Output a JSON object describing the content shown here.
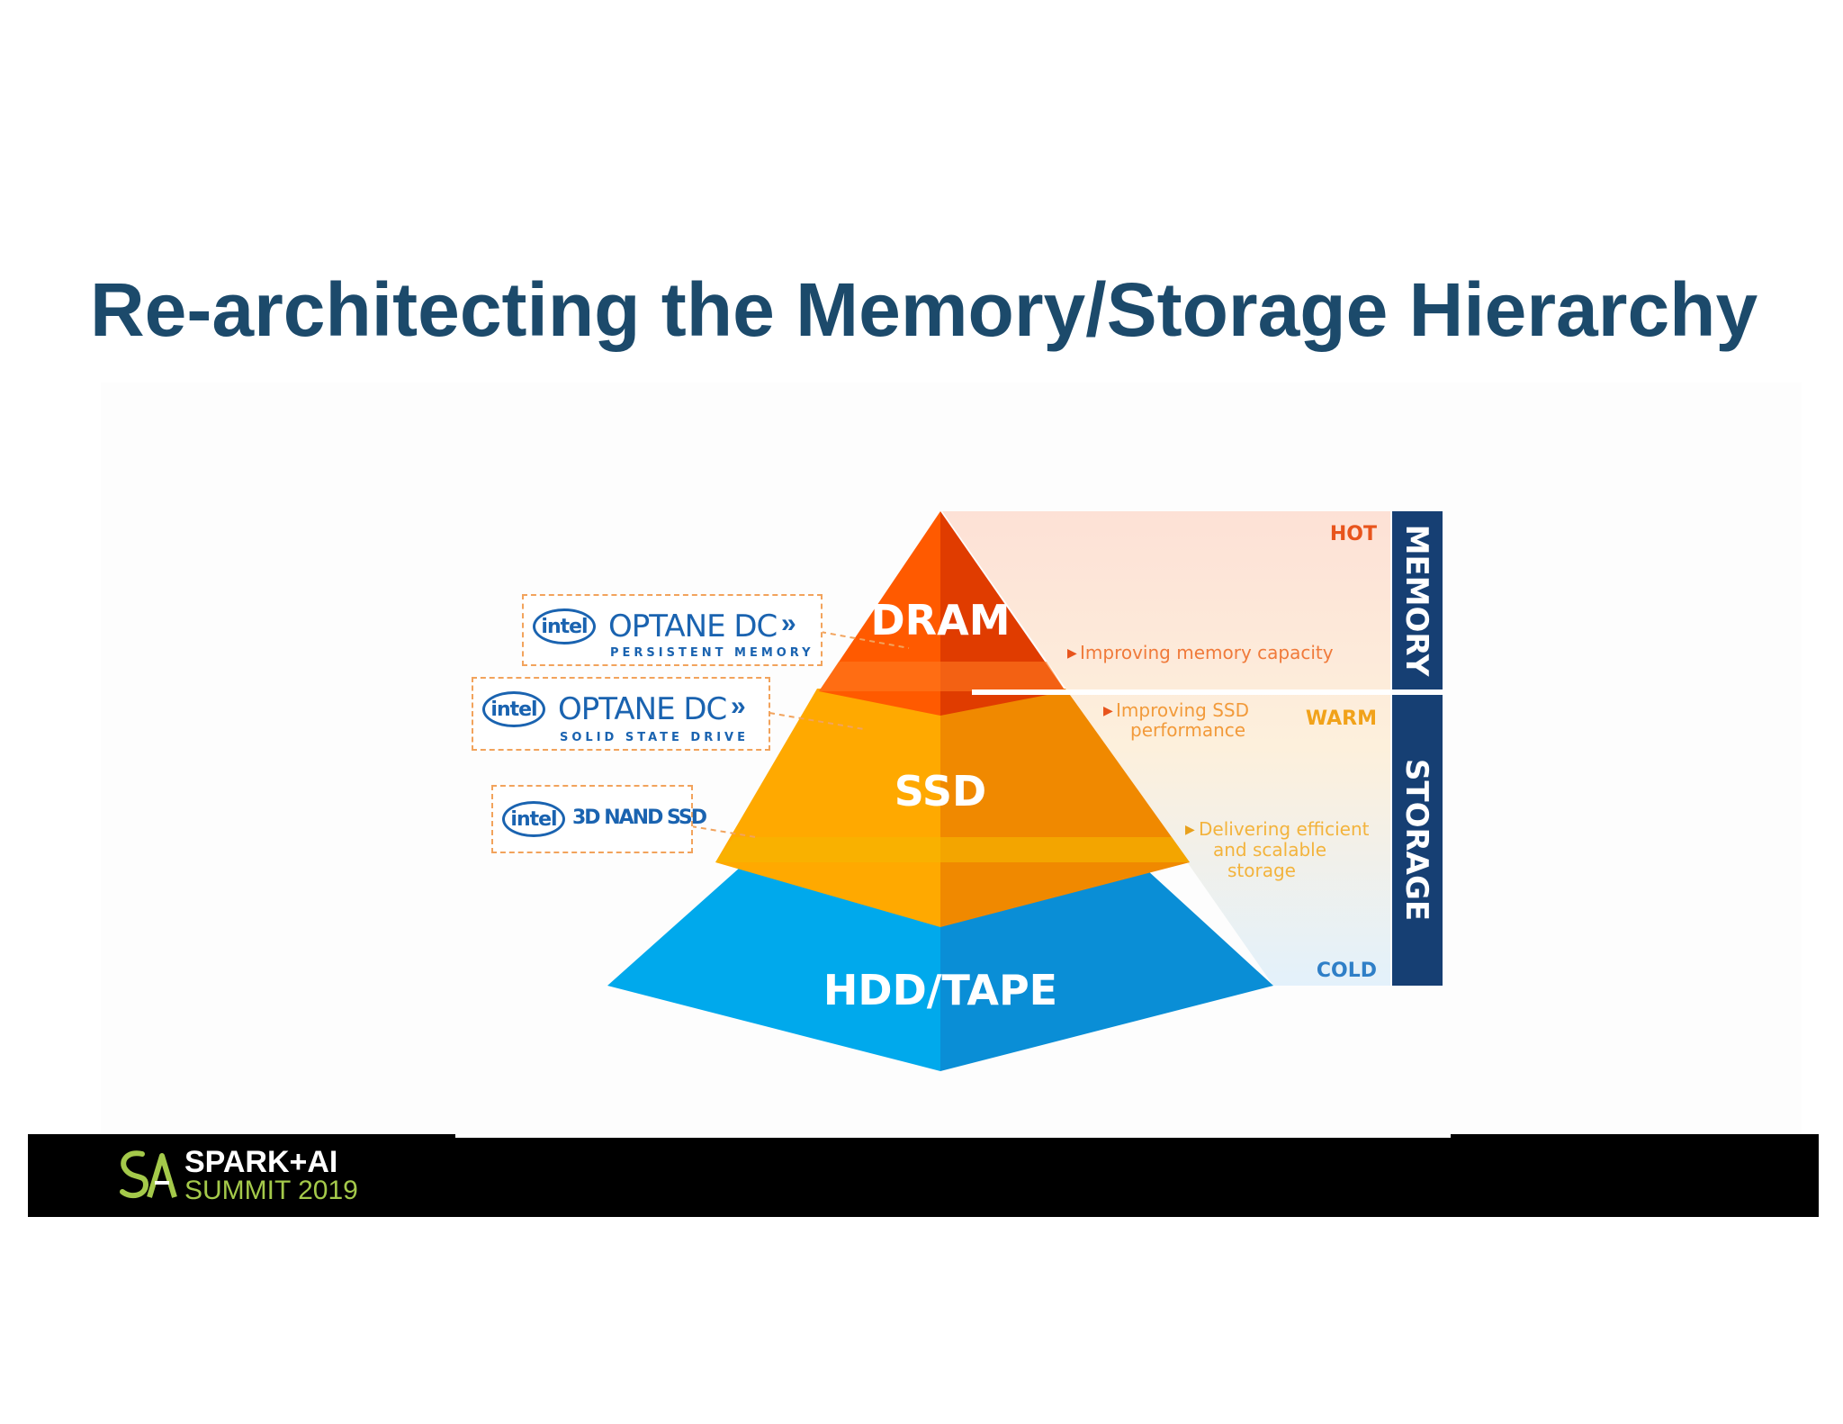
{
  "slide": {
    "title": "Re-architecting the Memory/Storage Hierarchy"
  },
  "pyramid": {
    "tiers": [
      {
        "label": "DRAM",
        "color": "#ff5a00"
      },
      {
        "label": "SSD",
        "color": "#ffaa00"
      },
      {
        "label": "HDD/TAPE",
        "color": "#00a7ea"
      }
    ],
    "temperature_labels": {
      "hot": "HOT",
      "warm": "WARM",
      "cold": "COLD"
    },
    "side_labels": {
      "memory": "MEMORY",
      "storage": "STORAGE"
    },
    "annotations": [
      {
        "lines": [
          "Improving memory capacity"
        ]
      },
      {
        "lines": [
          "Improving SSD",
          "performance"
        ]
      },
      {
        "lines": [
          "Delivering efficient",
          "and scalable",
          "storage"
        ]
      }
    ]
  },
  "products": [
    {
      "badge": "intel",
      "name": "OPTANE DC",
      "sub": "PERSISTENT MEMORY"
    },
    {
      "badge": "intel",
      "name": "OPTANE DC",
      "sub": "SOLID STATE DRIVE"
    },
    {
      "badge": "intel",
      "name": "3D NAND SSD",
      "sub": ""
    }
  ],
  "footer": {
    "logo_line1": "SPARK+AI",
    "logo_line2": "SUMMIT 2019",
    "logo_mark": "spark-ai-summit-logo"
  },
  "colors": {
    "title": "#1c4a6b",
    "intel_blue": "#1a63b0",
    "memory_bar": "#163f73",
    "hot": "#e8541c",
    "warm": "#f1a21a",
    "cold": "#2f7fc7",
    "footer_green": "#a4c94a"
  }
}
